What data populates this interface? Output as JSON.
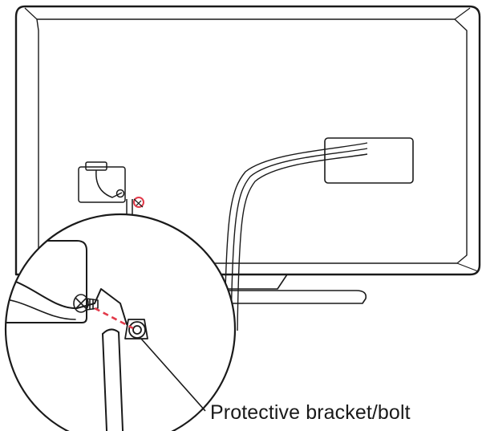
{
  "callout": {
    "label": "Protective bracket/bolt"
  },
  "colors": {
    "line": "#1a1a1a",
    "highlight": "#e23a4a",
    "background": "#ffffff"
  },
  "icons": [
    "tv-back-panel",
    "wall-bracket",
    "cable-bundle",
    "bolt-screw",
    "magnifier-circle"
  ]
}
